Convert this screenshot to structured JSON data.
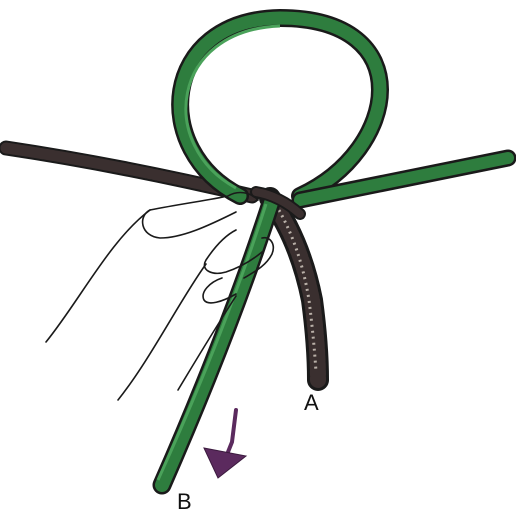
{
  "labels": {
    "a": "A",
    "b": "B"
  },
  "colors": {
    "rope_green": "#2e7d3e",
    "rope_green_light": "#4aa25a",
    "rope_dark": "#3a2f2f",
    "outline": "#1a1a1a",
    "arrow": "#5b2a5e"
  },
  "icons": {
    "arrow": "arrow-down-icon",
    "hand": "hand-illustration"
  }
}
